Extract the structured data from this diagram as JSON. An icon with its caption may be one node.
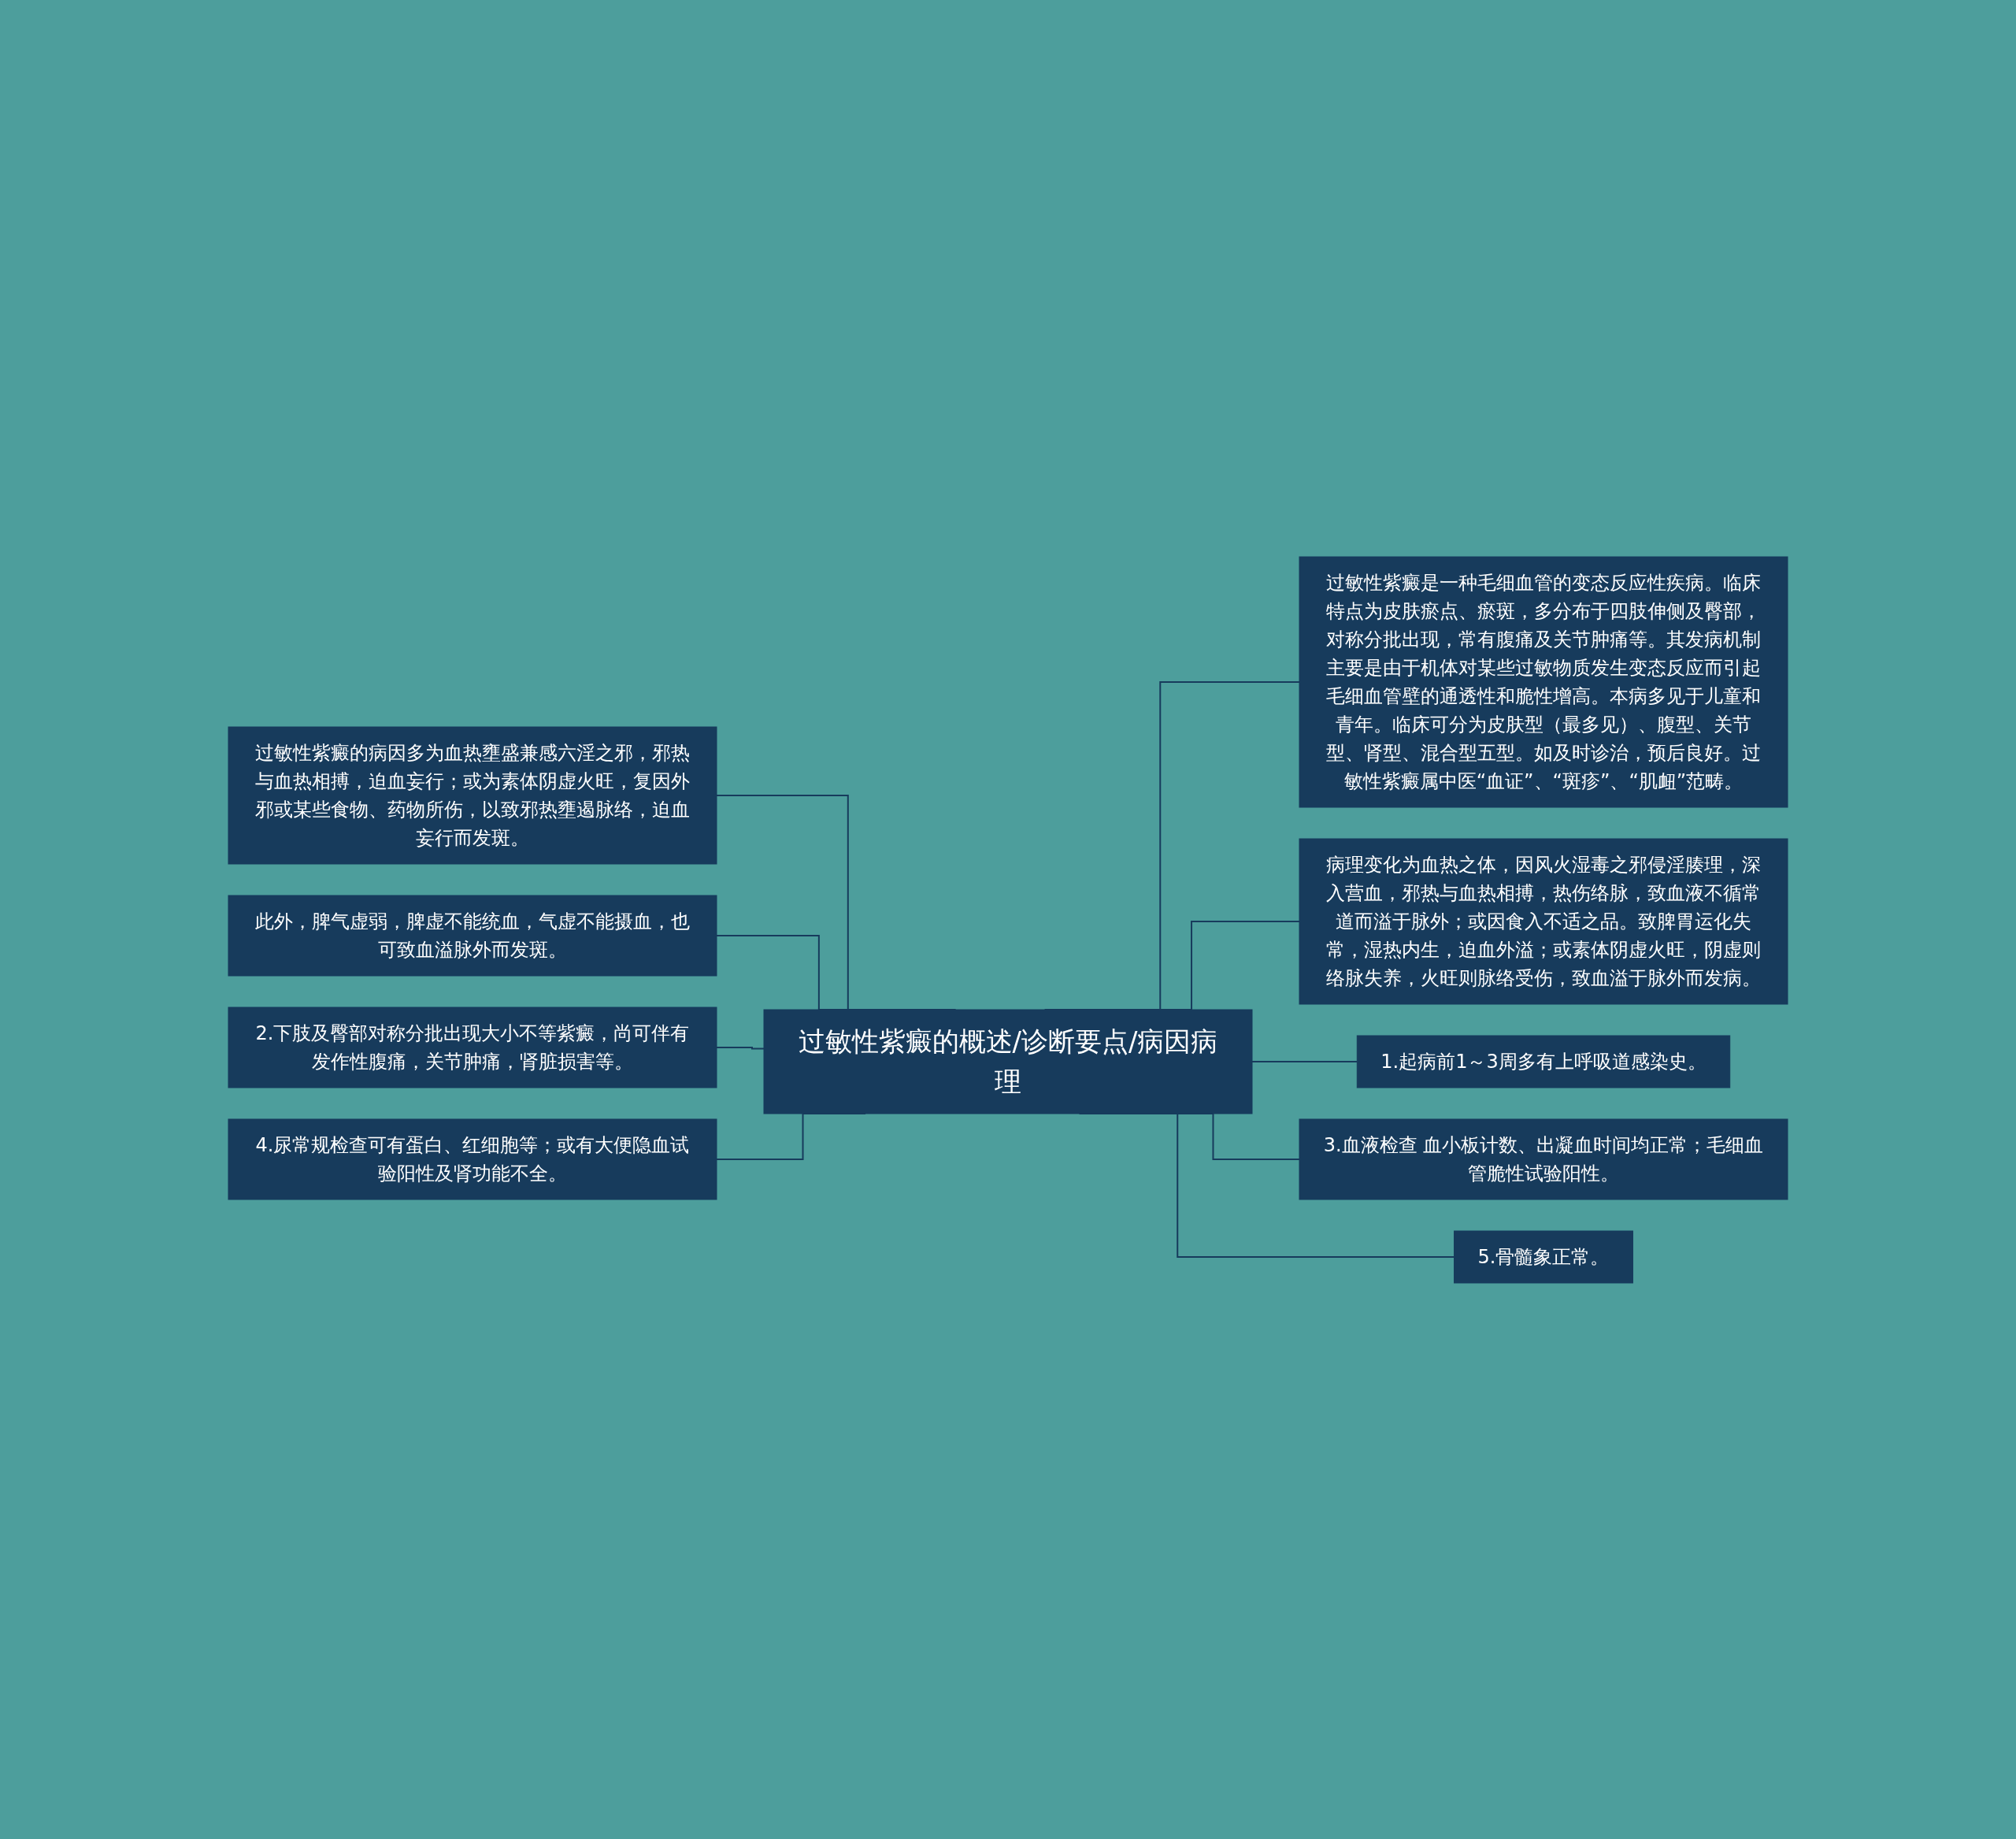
{
  "diagram": {
    "nodes": [
      {
        "text": [
          "过敏性紫癜的概述/诊断要点/病因病理"
        ]
      },
      {
        "text": [
          "过敏性紫癜的病因多为血热壅盛兼感六淫之邪，邪热与血热相搏，迫血妄行；或为素体阴虚火旺，复因外邪或某些食物、药物所伤，以致邪热壅遏脉络，迫血妄行而发斑。"
        ]
      },
      {
        "text": [
          "此外，脾气虚弱，脾虚不能统血，气虚不能摄血，也可致血溢脉外而发斑。"
        ]
      },
      {
        "text": [
          "2.下肢及臀部对称分批出现大小不等紫癜，尚可伴有发作性腹痛，关节肿痛，肾脏损害等。"
        ]
      },
      {
        "text": [
          "4.尿常规检查可有蛋白、红细胞等；或有大便隐血试验阳性及肾功能不全。"
        ]
      },
      {
        "text": [
          "过敏性紫癜是一种毛细血管的变态反应性疾病。临床特点为皮肤瘀点、瘀斑，多分布于四肢伸侧及臀部，对称分批出现，常有腹痛及关节肿痛等。其发病机制主要是由于机体对某些过敏物质发生变态反应而引起毛细血管壁的通透性和脆性增高。本病多见于儿童和青年。临床可分为皮肤型（最多见）、腹型、关节型、肾型、混合型五型。如及时诊治，预后良好。过敏性紫癜属中医“血证”、“斑疹”、“肌衄”范畴。"
        ]
      },
      {
        "text": [
          "病理变化为血热之体，因风火湿毒之邪侵淫腠理，深入营血，邪热与血热相搏，热伤络脉，致血液不循常道而溢于脉外；或因食入不适之品。致脾胃运化失常，湿热内生，迫血外溢；或素体阴虚火旺，阴虚则络脉失养，火旺则脉络受伤，致血溢于脉外而发病。"
        ]
      },
      {
        "text": [
          "1.起病前1～3周多有上呼吸道感染史。"
        ]
      },
      {
        "text": [
          "3.血液检查 血小板计数、出凝血时间均正常；毛细血管脆性试验阳性。"
        ]
      },
      {
        "text": [
          "5.骨髓象正常。"
        ]
      }
    ],
    "edges": [
      {
        "from": 0,
        "to": 1,
        "arrow": "none"
      },
      {
        "from": 0,
        "to": 2,
        "arrow": "none"
      },
      {
        "from": 0,
        "to": 3,
        "arrow": "none"
      },
      {
        "from": 0,
        "to": 4,
        "arrow": "none"
      },
      {
        "from": 0,
        "to": 5,
        "arrow": "none"
      },
      {
        "from": 0,
        "to": 6,
        "arrow": "none"
      },
      {
        "from": 0,
        "to": 7,
        "arrow": "none"
      },
      {
        "from": 0,
        "to": 8,
        "arrow": "none"
      },
      {
        "from": 0,
        "to": 9,
        "arrow": "none"
      }
    ]
  }
}
